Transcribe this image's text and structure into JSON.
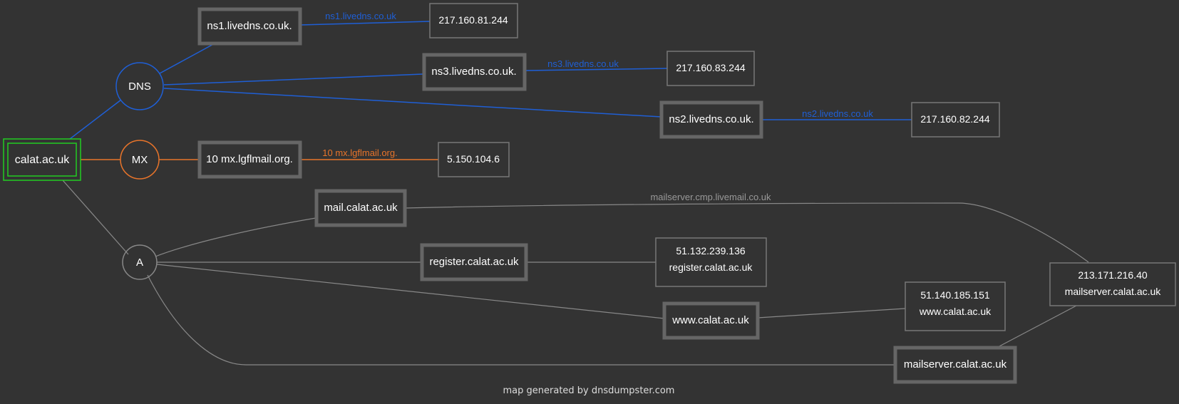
{
  "colors": {
    "background": "#333333",
    "dns": "#1f5fd6",
    "mx": "#e8742a",
    "a": "#888888",
    "root": "#22cc22",
    "box": "#666666",
    "text": "#ffffff"
  },
  "root": {
    "label": "calat.ac.uk"
  },
  "categories": {
    "dns": "DNS",
    "mx": "MX",
    "a": "A"
  },
  "dns_hosts": [
    {
      "host": "ns1.livedns.co.uk.",
      "edge_label": "ns1.livedns.co.uk",
      "ip": "217.160.81.244"
    },
    {
      "host": "ns3.livedns.co.uk.",
      "edge_label": "ns3.livedns.co.uk",
      "ip": "217.160.83.244"
    },
    {
      "host": "ns2.livedns.co.uk.",
      "edge_label": "ns2.livedns.co.uk",
      "ip": "217.160.82.244"
    }
  ],
  "mx_hosts": [
    {
      "host": "10 mx.lgflmail.org.",
      "edge_label": "10 mx.lgflmail.org.",
      "ip": "5.150.104.6"
    }
  ],
  "a_hosts": [
    {
      "host": "mail.calat.ac.uk"
    },
    {
      "host": "register.calat.ac.uk"
    },
    {
      "host": "www.calat.ac.uk"
    },
    {
      "host": "mailserver.calat.ac.uk"
    }
  ],
  "a_ips": [
    {
      "ip": "51.132.239.136",
      "name": "register.calat.ac.uk"
    },
    {
      "ip": "51.140.185.151",
      "name": "www.calat.ac.uk"
    },
    {
      "ip": "213.171.216.40",
      "name": "mailserver.calat.ac.uk"
    }
  ],
  "a_edge_labels": {
    "mail_to_mailserver": "mailserver.cmp.livemail.co.uk"
  },
  "footer": "map generated by dnsdumpster.com"
}
